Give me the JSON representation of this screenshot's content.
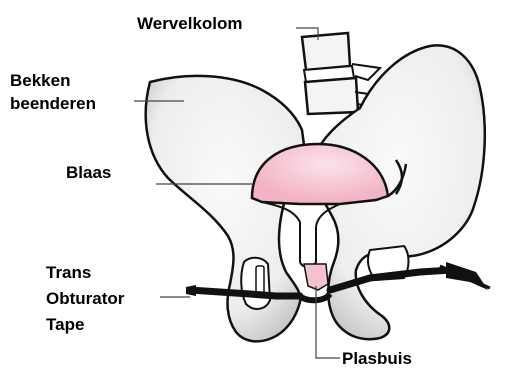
{
  "labels": {
    "spine": "Wervelkolom",
    "pelvic_bones_line1": "Bekken",
    "pelvic_bones_line2": "beenderen",
    "bladder": "Blaas",
    "tape_line1": "Trans",
    "tape_line2": "Obturator",
    "tape_line3": "Tape",
    "urethra": "Plasbuis"
  },
  "colors": {
    "bone_fill": "#f2f2f2",
    "bone_outline": "#111111",
    "bladder_fill": "#f2b8c8",
    "bladder_highlight": "#fbe3ea",
    "tape": "#111111",
    "leader_line": "#444444"
  }
}
